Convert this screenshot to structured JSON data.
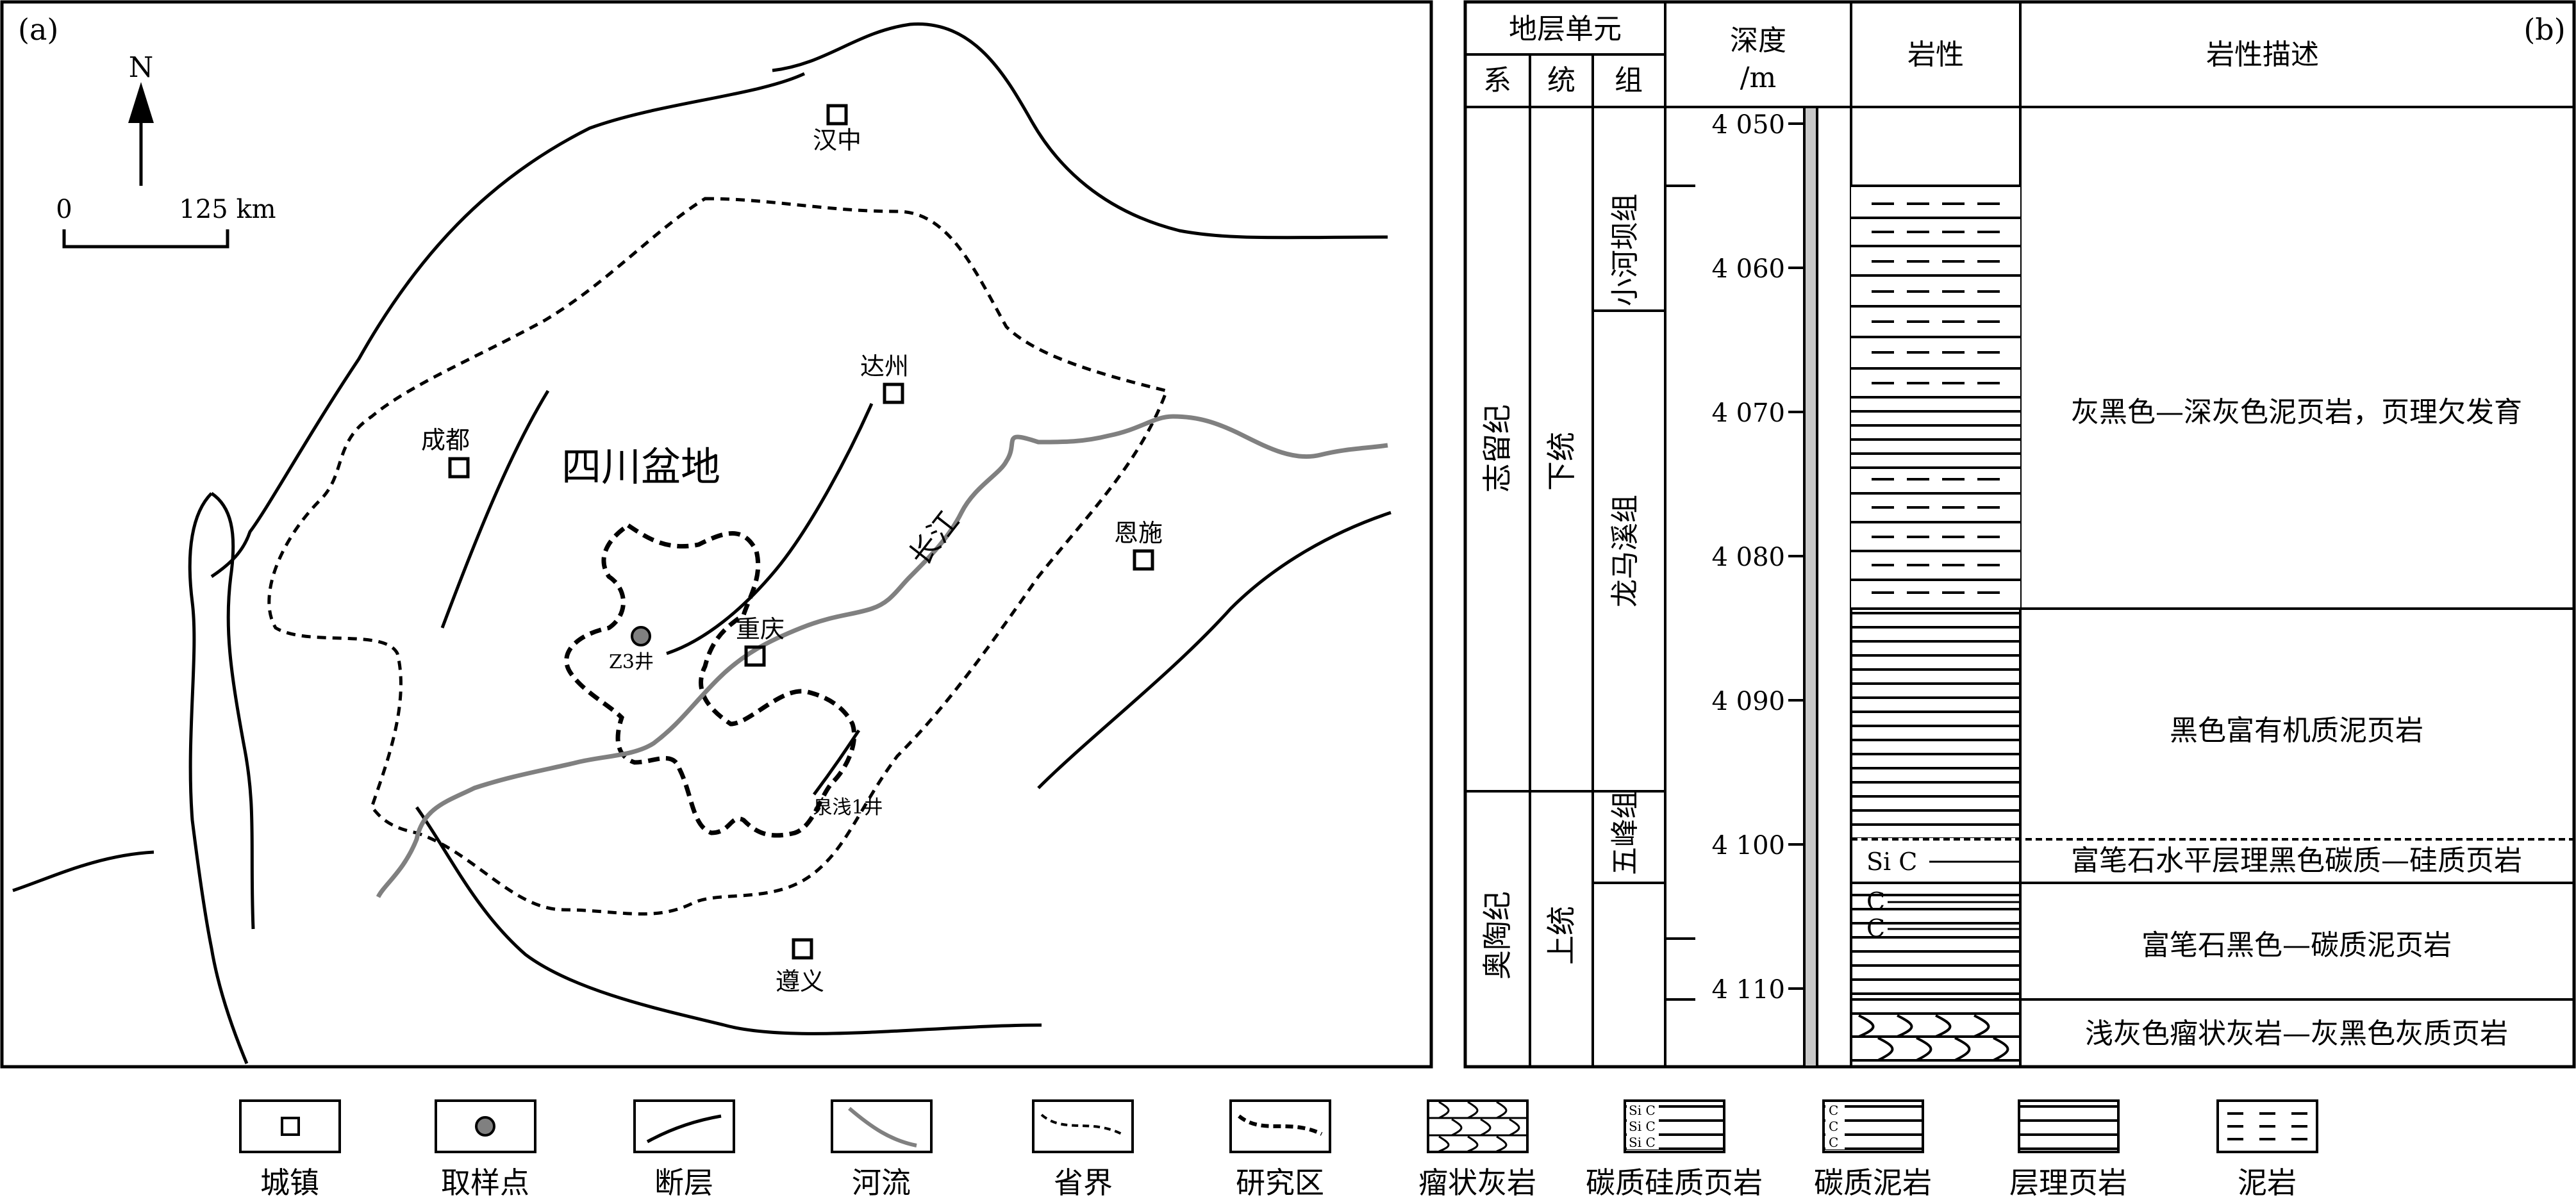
{
  "panel_a": {
    "label": "(a)",
    "north": "N",
    "scale": {
      "zero": "0",
      "end": "125 km"
    },
    "basin_name": "四川盆地",
    "river_name": "长江",
    "cities": [
      "汉中",
      "达州",
      "成都",
      "恩施",
      "重庆",
      "遵义"
    ],
    "wells": [
      "Z3井",
      "泉浅1井"
    ]
  },
  "panel_b": {
    "label": "(b)",
    "headers": {
      "strat_unit": "地层单元",
      "system": "系",
      "series": "统",
      "formation": "组",
      "depth": "深度",
      "depth_unit": "/m",
      "lithology": "岩性",
      "description": "岩性描述"
    },
    "systems": [
      "志留纪",
      "奥陶纪"
    ],
    "series": [
      "下统",
      "上统"
    ],
    "formations": [
      "小河坝组",
      "龙马溪组",
      "五峰组"
    ],
    "depth_ticks": [
      "4 050",
      "4 060",
      "4 070",
      "4 080",
      "4 090",
      "4 100",
      "4 110"
    ],
    "lith_labels": [
      "Si C",
      "C",
      "C"
    ],
    "descriptions": [
      "灰黑色—深灰色泥页岩，页理欠发育",
      "黑色富有机质泥页岩",
      "富笔石水平层理黑色碳质—硅质页岩",
      "富笔石黑色—碳质泥页岩",
      "浅灰色瘤状灰岩—灰黑色灰质页岩"
    ]
  },
  "legend": [
    "城镇",
    "取样点",
    "断层",
    "河流",
    "省界",
    "研究区",
    "瘤状灰岩",
    "碳质硅质页岩",
    "碳质泥岩",
    "层理页岩",
    "泥岩"
  ],
  "legend_inner": {
    "sic": "Si C",
    "c": "C"
  }
}
